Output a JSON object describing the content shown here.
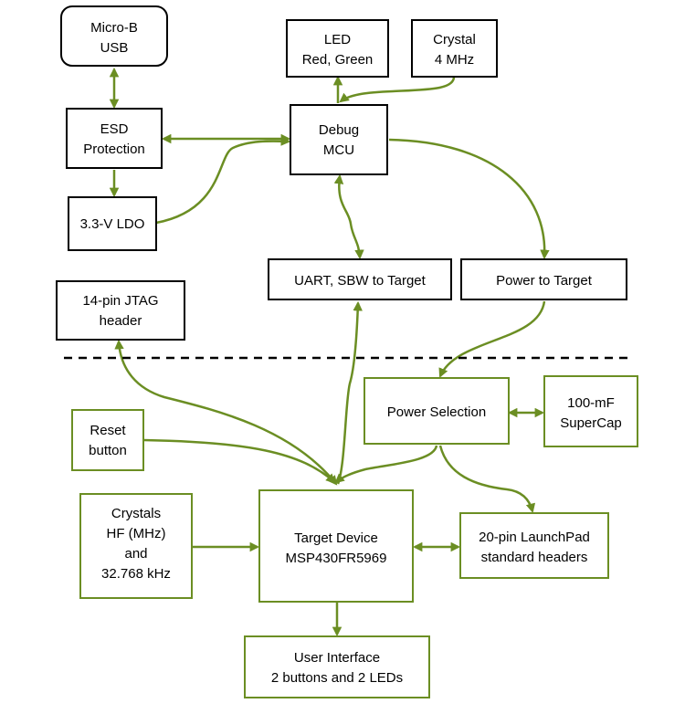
{
  "colors": {
    "arrow": "#6B8E23",
    "box_black": "#000000",
    "box_green": "#6B8E23",
    "background": "#ffffff"
  },
  "boxes": {
    "micro_b_usb": {
      "lines": [
        "Micro-B",
        "USB"
      ]
    },
    "led": {
      "lines": [
        "LED",
        "Red, Green"
      ]
    },
    "crystal_4mhz": {
      "lines": [
        "Crystal",
        "4 MHz"
      ]
    },
    "esd_protection": {
      "lines": [
        "ESD",
        "Protection"
      ]
    },
    "debug_mcu": {
      "lines": [
        "Debug",
        "MCU"
      ]
    },
    "ldo": {
      "lines": [
        "3.3-V LDO"
      ]
    },
    "uart_sbw": {
      "lines": [
        "UART, SBW to Target"
      ]
    },
    "power_to_target": {
      "lines": [
        "Power to Target"
      ]
    },
    "jtag_header": {
      "lines": [
        "14-pin JTAG",
        "header"
      ]
    },
    "power_selection": {
      "lines": [
        "Power Selection"
      ]
    },
    "supercap": {
      "lines": [
        "100-mF",
        "SuperCap"
      ]
    },
    "reset_button": {
      "lines": [
        "Reset",
        "button"
      ]
    },
    "crystals": {
      "lines": [
        "Crystals",
        "HF (MHz)",
        "and",
        "32.768 kHz"
      ]
    },
    "target_device": {
      "lines": [
        "Target Device",
        "MSP430FR5969"
      ]
    },
    "launchpad_headers": {
      "lines": [
        "20-pin LaunchPad",
        "standard headers"
      ]
    },
    "user_interface": {
      "lines": [
        "User Interface",
        "2 buttons and 2 LEDs"
      ]
    }
  }
}
